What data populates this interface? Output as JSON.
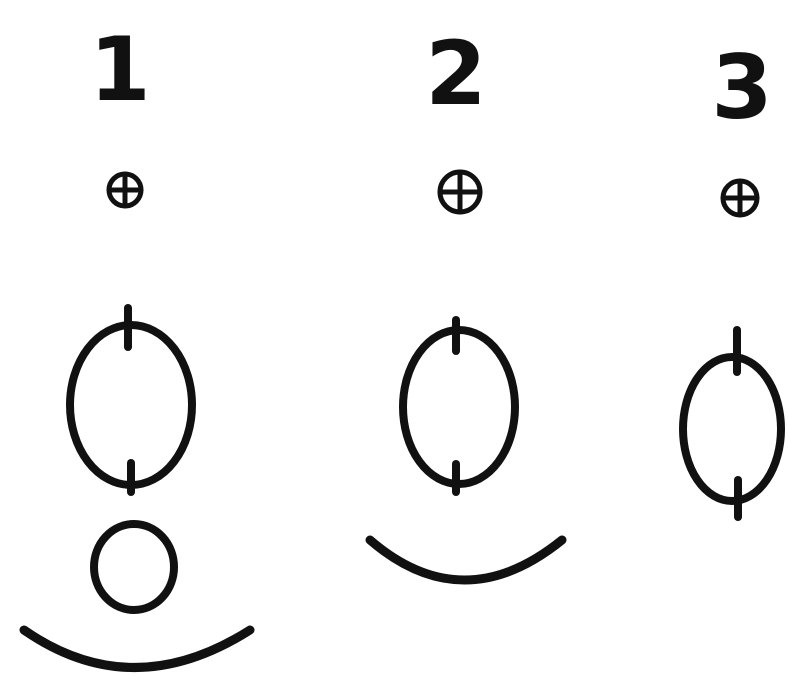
{
  "columns": [
    {
      "label": "1",
      "symbols": [
        "circled-plus-icon",
        "oval-with-vertical-tick-marks",
        "small-circle",
        "arc-curve"
      ]
    },
    {
      "label": "2",
      "symbols": [
        "circled-plus-icon",
        "oval-with-vertical-tick-marks",
        "arc-curve"
      ]
    },
    {
      "label": "3",
      "symbols": [
        "circled-plus-icon",
        "oval-with-vertical-tick-marks"
      ]
    }
  ],
  "colors": {
    "ink": "#111111",
    "background": "#ffffff"
  }
}
